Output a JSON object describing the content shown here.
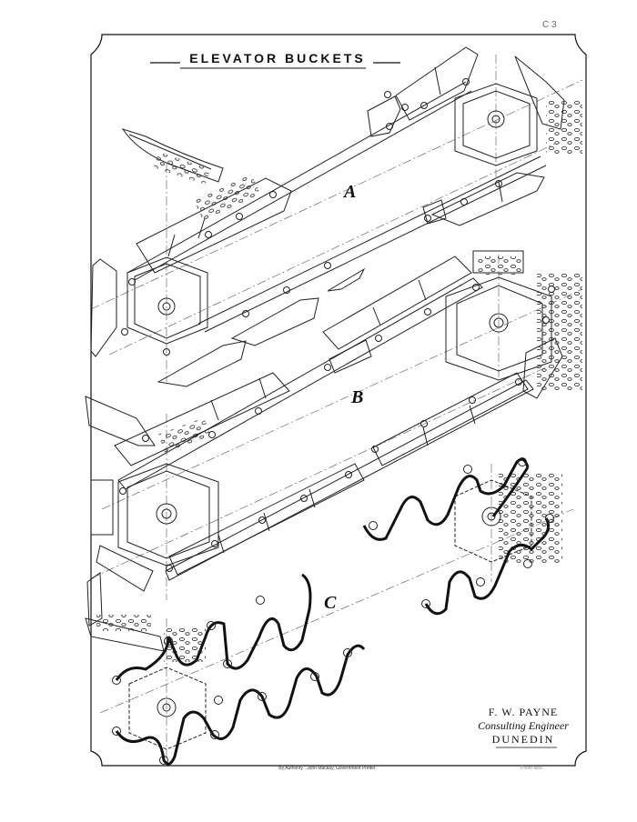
{
  "sheet_number": "C 3",
  "title": "ELEVATOR BUCKETS",
  "sections": {
    "a": "A",
    "b": "B",
    "c": "C"
  },
  "signature": {
    "name": "F. W. PAYNE",
    "role": "Consulting Engineer",
    "place": "DUNEDIN"
  },
  "imprint": "By Authority : John Mackay, Government Printer.",
  "stamp": "Photo-litho."
}
